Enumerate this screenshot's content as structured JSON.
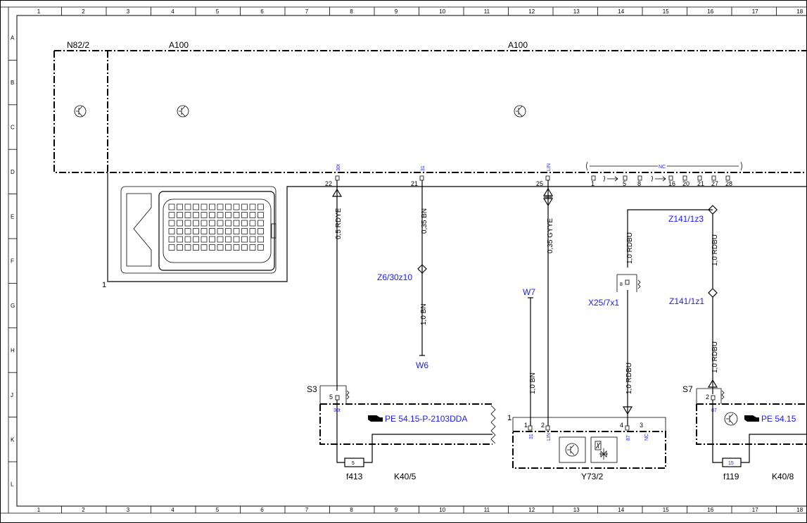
{
  "grid": {
    "columns": [
      "1",
      "2",
      "3",
      "4",
      "5",
      "6",
      "7",
      "8",
      "9",
      "10",
      "11",
      "12",
      "13",
      "14",
      "15",
      "16",
      "17",
      "18"
    ],
    "rows": [
      "A",
      "B",
      "C",
      "D",
      "E",
      "F",
      "G",
      "H",
      "J",
      "K",
      "L"
    ]
  },
  "components": {
    "n82": "N82/2",
    "a100_left": "A100",
    "a100_right": "A100",
    "connector_ground": "1",
    "z6": "Z6/30z10",
    "w6": "W6",
    "w7": "W7",
    "x25": "X25/7x1",
    "z141_z3": "Z141/1z3",
    "z141_z1": "Z141/1z1",
    "s3": "S3",
    "s7": "S7",
    "f413": "f413",
    "k40_5": "K40/5",
    "y73": "Y73/2",
    "f119": "f119",
    "k40_8": "K40/8",
    "y73_pin1": "1"
  },
  "pins": {
    "p22": "22",
    "p21": "21",
    "p25": "25",
    "nc_group": [
      "1",
      "5",
      "8",
      "16",
      "20",
      "21",
      "27",
      "28"
    ],
    "nc_label": "NC",
    "top30t": "30t",
    "top31": "31",
    "topLIN": "LIN",
    "s3_pin": "5",
    "s3_30t": "30t",
    "fuse5": "5",
    "y_1": "1",
    "y_2": "2",
    "y_4": "4",
    "y_3": "3",
    "y_31": "31",
    "y_LIN": "LIN",
    "y_87": "87",
    "y_NC": "NC",
    "x25_pin": "8",
    "s7_pin": "2",
    "s7_87": "87",
    "fuse15": "15"
  },
  "wires": {
    "w1": "0,5 RDYE",
    "w2": "0,35 BN",
    "w3": "1,0 BN",
    "w4": "0,35 GYYE",
    "w5": "1,0 BN",
    "w6": "1,0 RDBU",
    "w7": "1,0 RDBU",
    "w8": "1,0 RDBU",
    "w9": "1,0 RDBU"
  },
  "refs": {
    "pe1": "PE 54.15-P-2103DDA",
    "pe2": "PE 54.15"
  }
}
